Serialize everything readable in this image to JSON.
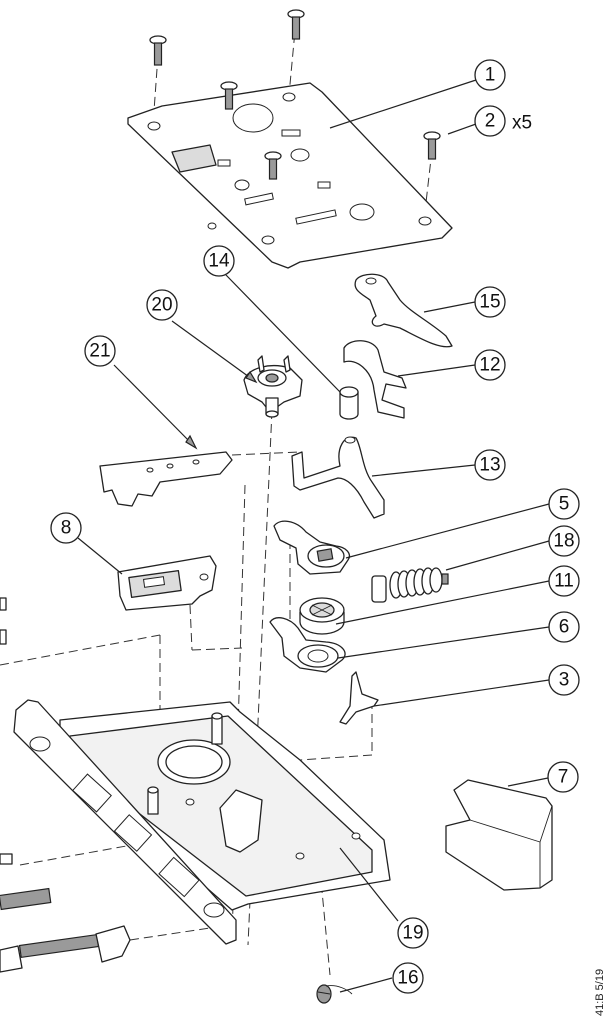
{
  "callouts": [
    {
      "id": "c1",
      "label": "1"
    },
    {
      "id": "c2",
      "label": "2"
    },
    {
      "id": "c3",
      "label": "3"
    },
    {
      "id": "c5",
      "label": "5"
    },
    {
      "id": "c6",
      "label": "6"
    },
    {
      "id": "c7",
      "label": "7"
    },
    {
      "id": "c8",
      "label": "8"
    },
    {
      "id": "c11",
      "label": "11"
    },
    {
      "id": "c12",
      "label": "12"
    },
    {
      "id": "c13",
      "label": "13"
    },
    {
      "id": "c14",
      "label": "14"
    },
    {
      "id": "c15",
      "label": "15"
    },
    {
      "id": "c16",
      "label": "16"
    },
    {
      "id": "c18",
      "label": "18"
    },
    {
      "id": "c19",
      "label": "19"
    },
    {
      "id": "c20",
      "label": "20"
    },
    {
      "id": "c21",
      "label": "21"
    }
  ],
  "quantity_note": "x5",
  "doc_code": "41:B 5/19"
}
